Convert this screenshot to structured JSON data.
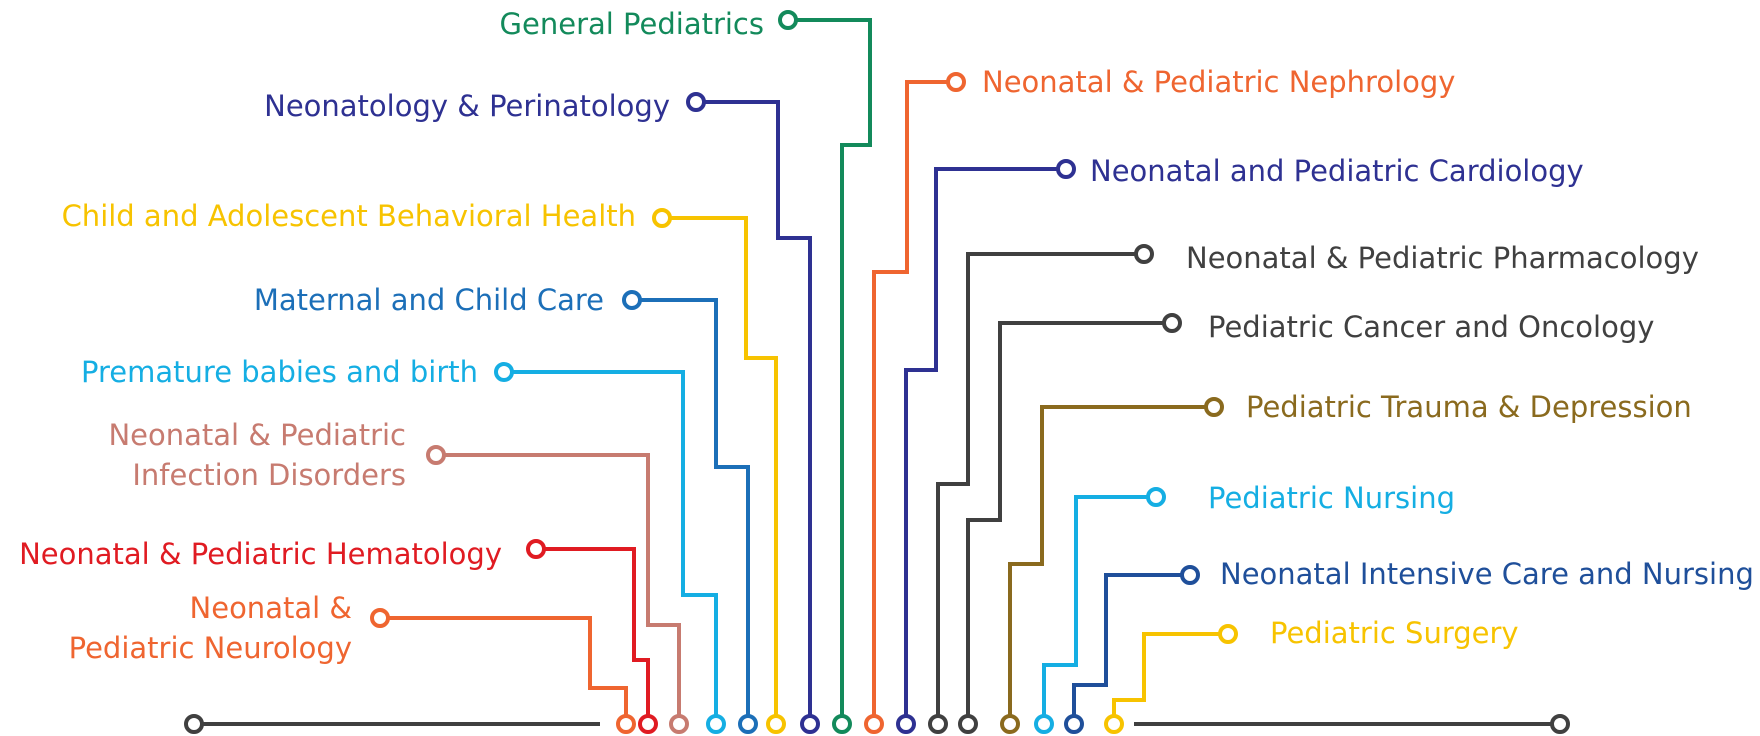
{
  "topics": [
    {
      "id": "general-pediatrics",
      "label": "General Pediatrics",
      "color": "#138a5b"
    },
    {
      "id": "neonatology",
      "label": "Neonatology & Perinatology",
      "color": "#2e3192"
    },
    {
      "id": "behavioral-health",
      "label": "Child and Adolescent Behavioral Health",
      "color": "#f7c300"
    },
    {
      "id": "maternal-child",
      "label": "Maternal and Child Care",
      "color": "#1c6fb8"
    },
    {
      "id": "premature-babies",
      "label": "Premature babies and birth",
      "color": "#15aee3"
    },
    {
      "id": "infection-disorders",
      "label": "Neonatal & Pediatric\nInfection Disorders",
      "color": "#c77b70"
    },
    {
      "id": "hematology",
      "label": "Neonatal & Pediatric Hematology",
      "color": "#e01b22"
    },
    {
      "id": "neurology",
      "label": "Neonatal &\nPediatric Neurology",
      "color": "#ef6530"
    },
    {
      "id": "nephrology",
      "label": "Neonatal & Pediatric Nephrology",
      "color": "#ef6530"
    },
    {
      "id": "cardiology",
      "label": "Neonatal and Pediatric Cardiology",
      "color": "#2e3192"
    },
    {
      "id": "pharmacology",
      "label": "Neonatal & Pediatric Pharmacology",
      "color": "#404040"
    },
    {
      "id": "oncology",
      "label": "Pediatric Cancer and Oncology",
      "color": "#404040"
    },
    {
      "id": "trauma",
      "label": "Pediatric Trauma & Depression",
      "color": "#8a6a1e"
    },
    {
      "id": "nursing",
      "label": "Pediatric Nursing",
      "color": "#15aee3"
    },
    {
      "id": "nicu",
      "label": "Neonatal Intensive Care and Nursing",
      "color": "#1f4f9a"
    },
    {
      "id": "surgery",
      "label": "Pediatric Surgery",
      "color": "#f7c300"
    }
  ],
  "baseline_color": "#404040"
}
